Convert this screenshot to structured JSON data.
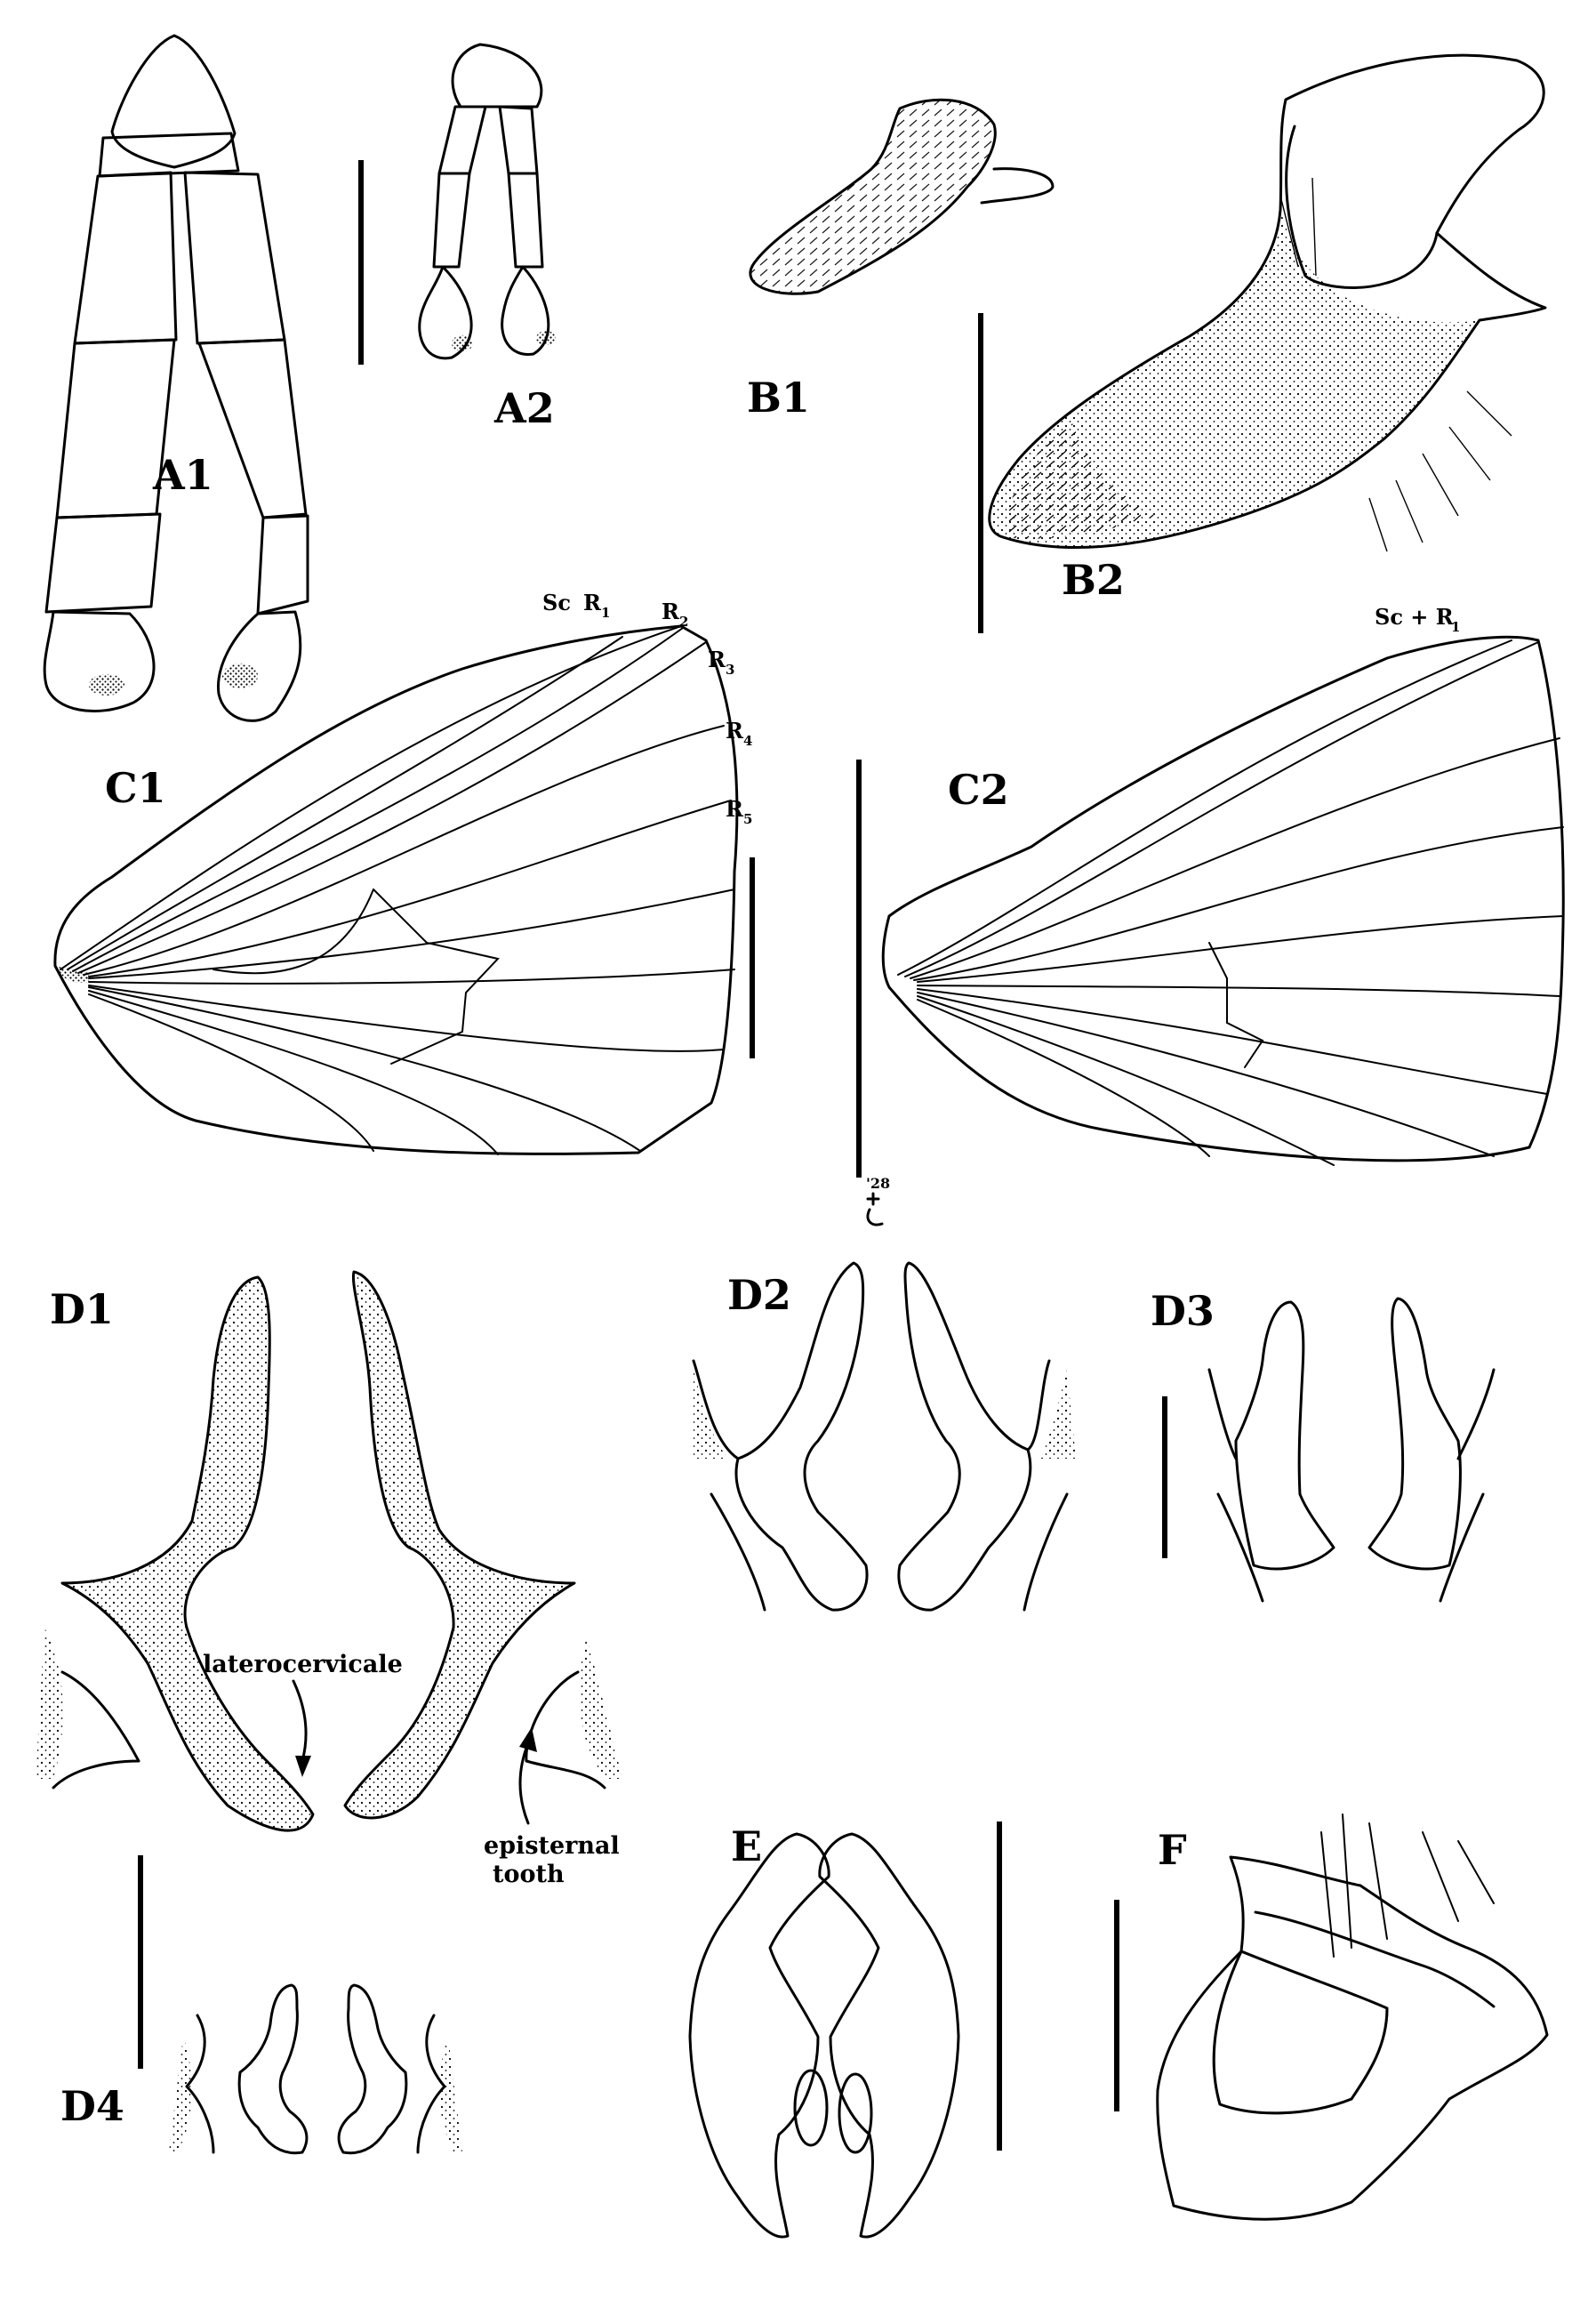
{
  "panels": {
    "a1": "A1",
    "a2": "A2",
    "b1": "B1",
    "b2": "B2",
    "c1": "C1",
    "c2": "C2",
    "d1": "D1",
    "d2": "D2",
    "d3": "D3",
    "d4": "D4",
    "e": "E",
    "f": "F"
  },
  "wing_c1": {
    "sc": "Sc",
    "r1": "R",
    "r1_sub": "1",
    "r2": "R",
    "r2_sub": "2",
    "r3": "R",
    "r3_sub": "3",
    "r4": "R",
    "r4_sub": "4",
    "r5": "R",
    "r5_sub": "5"
  },
  "wing_c2": {
    "sc_r1": "Sc + R",
    "sc_r1_sub": "1"
  },
  "annotations": {
    "laterocervicale": "laterocervicale",
    "episternal_line1": "episternal",
    "episternal_line2": "tooth"
  },
  "artist_mark": {
    "year": "'28"
  }
}
